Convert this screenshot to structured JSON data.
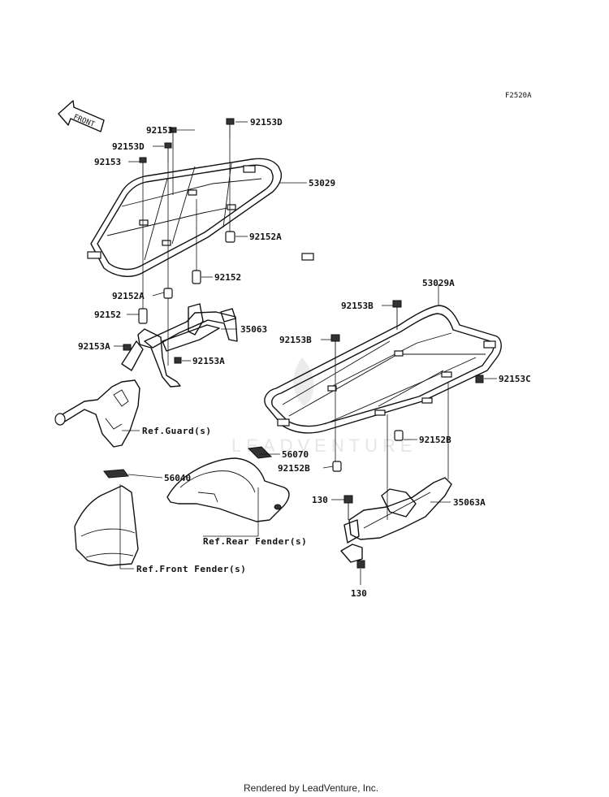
{
  "figure_code": "F2520A",
  "direction_arrow": "FRONT",
  "watermark": "LEADVENTURE",
  "footer": "Rendered by LeadVenture, Inc.",
  "labels": {
    "p92153D_top": "92153D",
    "p92153_top": "92153",
    "p92153D_left": "92153D",
    "p92153_left": "92153",
    "p53029": "53029",
    "p92152A_right": "92152A",
    "p92152_mid": "92152",
    "p92152A_left": "92152A",
    "p92152_left": "92152",
    "p35063": "35063",
    "p92153A_left": "92153A",
    "p92153A_right": "92153A",
    "p53029A": "53029A",
    "p92153B_top": "92153B",
    "p92153B_mid": "92153B",
    "p92153C": "92153C",
    "p92152B_right": "92152B",
    "p56070": "56070",
    "p92152B_left": "92152B",
    "p56040": "56040",
    "p130_top": "130",
    "p35063A": "35063A",
    "p130_bottom": "130"
  },
  "refs": {
    "guard": "Ref.Guard(s)",
    "rear_fender": "Ref.Rear Fender(s)",
    "front_fender": "Ref.Front Fender(s)"
  }
}
